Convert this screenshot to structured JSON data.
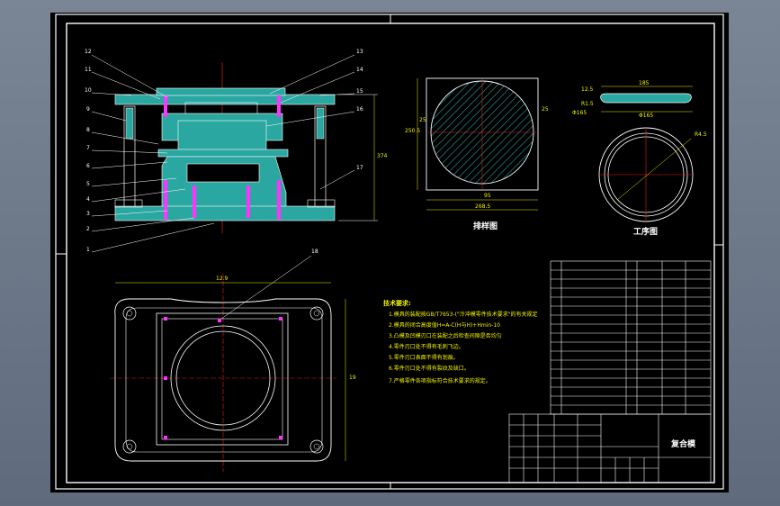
{
  "view_labels": {
    "layout_view": "排样图",
    "process_view": "工序图",
    "title_block_name": "复合模"
  },
  "notes": {
    "title": "技术要求:",
    "items": [
      "1.模具的装配按GB/T7653-(\"冷冲模零件技术要求\"的有关规定",
      "2.模具的闭合高度值H=A-C(H与H)+Hmin-10",
      "3.凸模及凹模刃口在装配之后检查间隙是否均匀",
      "4.零件刃口处不得有毛刺飞边。",
      "5.零件刃口表面不得有划痕。",
      "6.零件刃口处不得有裂纹及缺口。",
      "7.严格零件各项指标符合技术要求的规定。"
    ]
  },
  "part_callouts": [
    "12",
    "11",
    "10",
    "9",
    "8",
    "7",
    "6",
    "5",
    "4",
    "3",
    "2",
    "1",
    "13",
    "14",
    "15",
    "16",
    "17",
    "18"
  ],
  "dimensions": {
    "plan_width": "12.9",
    "plan_height": "19",
    "height_overall": "374",
    "layout_width": "268.5",
    "layout_side": "250.5",
    "layout_left": "25",
    "layout_right": "25",
    "layout_bottom": "95",
    "process_width": "185",
    "process_height": "12.5",
    "process_left": "R1.5",
    "process_dia": "Φ165",
    "process_depth": "Φ165",
    "process_radius": "R4.5"
  },
  "colors": {
    "background": "#000000",
    "outline": "#ffffff",
    "section": "#2aa7a0",
    "centerline": "#e01b1b",
    "dimension": "#f2f200",
    "highlight": "#ff33ff"
  }
}
